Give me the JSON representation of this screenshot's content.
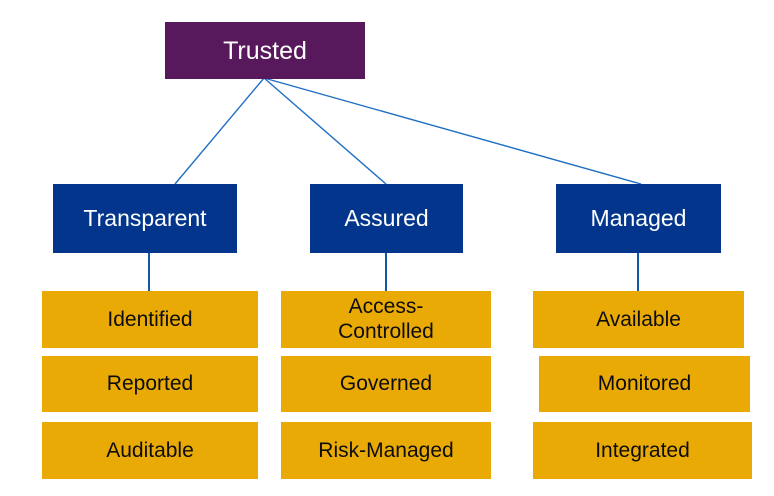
{
  "diagram": {
    "title_node": {
      "label": "Trusted",
      "color": "#57195C",
      "text_color": "#FFFFFF"
    },
    "branch_color": "#02358B",
    "leaf_color": "#EAAA06",
    "connector_color": "#1F6FC4",
    "background": "#FFFFFF",
    "branches": [
      {
        "label": "Transparent",
        "leaves": [
          {
            "label": "Identified"
          },
          {
            "label": "Reported"
          },
          {
            "label": "Auditable"
          }
        ]
      },
      {
        "label": "Assured",
        "leaves": [
          {
            "label": "Access-\nControlled",
            "line1": "Access-",
            "line2": "Controlled"
          },
          {
            "label": "Governed"
          },
          {
            "label": "Risk-Managed"
          }
        ]
      },
      {
        "label": "Managed",
        "leaves": [
          {
            "label": "Available"
          },
          {
            "label": "Monitored"
          },
          {
            "label": "Integrated"
          }
        ]
      }
    ]
  }
}
